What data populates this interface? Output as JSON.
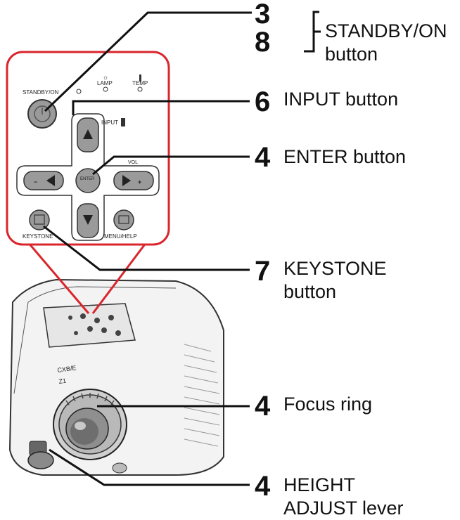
{
  "panel": {
    "standby_on_label": "STANDBY/ON",
    "lamp_label": "LAMP",
    "temp_label": "TEMP",
    "input_label": "INPUT",
    "keystone_label": "KEYSTONE",
    "menu_help_label": "MENU/HELP",
    "enter_label": "ENTER",
    "volume_label": "VOL"
  },
  "callouts": {
    "standby": {
      "num_a": "3",
      "num_b": "8",
      "line1": "STANDBY/ON",
      "line2": "button"
    },
    "input": {
      "num": "6",
      "text": "INPUT button"
    },
    "enter": {
      "num": "4",
      "text": "ENTER button"
    },
    "keystone": {
      "num": "7",
      "line1": "KEYSTONE",
      "line2": "button"
    },
    "focus": {
      "num": "4",
      "text": "Focus ring"
    },
    "height": {
      "num": "4",
      "line1": "HEIGHT",
      "line2": "ADJUST lever"
    }
  },
  "colors": {
    "panel_border": "#d9262c",
    "ink": "#111111",
    "button_gray": "#9a9a9a"
  }
}
